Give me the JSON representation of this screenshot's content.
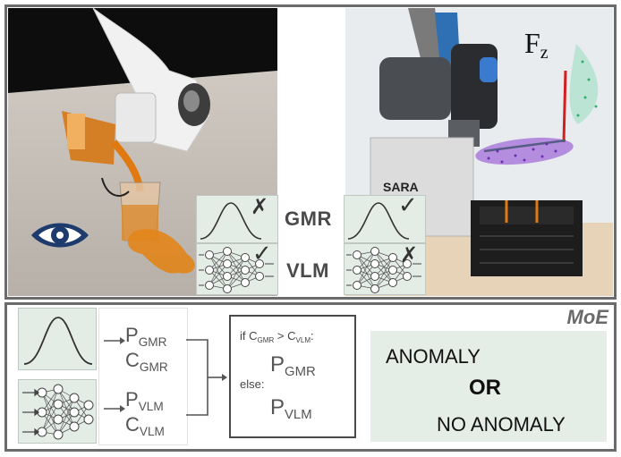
{
  "top_panel": {
    "gmr_label": "GMR",
    "vlm_label": "VLM",
    "force_label_main": "F",
    "force_label_sub": "z",
    "robot_plate_text": "SARA",
    "left_checks": {
      "gmr": "✗",
      "vlm": "✓"
    },
    "right_checks": {
      "gmr": "✓",
      "vlm": "✗"
    },
    "eye_icon": "eye-icon"
  },
  "bottom_panel": {
    "moe_label": "MoE",
    "gmr_outputs": {
      "p_main": "P",
      "p_sub": "GMR",
      "c_main": "C",
      "c_sub": "GMR"
    },
    "vlm_outputs": {
      "p_main": "P",
      "p_sub": "VLM",
      "c_main": "C",
      "c_sub": "VLM"
    },
    "rule": {
      "if_text": "if C",
      "if_sub1": "GMR",
      "gt": " > C",
      "if_sub2": "VLM",
      "colon": ":",
      "then_main": "P",
      "then_sub": "GMR",
      "else_text": "else:",
      "else_main": "P",
      "else_sub": "VLM"
    },
    "result": {
      "line1": "ANOMALY",
      "line2": "OR",
      "line3": "NO ANOMALY"
    }
  }
}
